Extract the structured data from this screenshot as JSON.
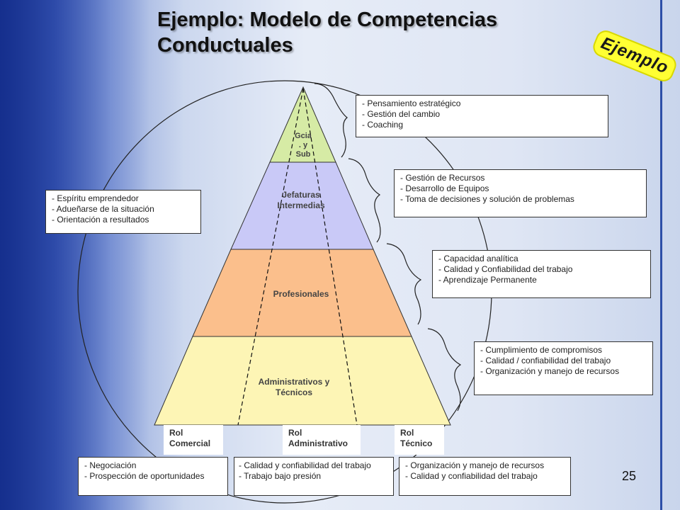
{
  "title_line1": "Ejemplo: Modelo de Competencias",
  "title_line2": "Conductuales",
  "stamp": "Ejemplo",
  "levels": [
    {
      "label_lines": [
        "Gcia",
        ". y",
        "Sub"
      ],
      "color": "#d6eba5"
    },
    {
      "label_lines": [
        "Jefaturas",
        "Intermedias"
      ],
      "color": "#c9c9f7"
    },
    {
      "label_lines": [
        "Profesionales"
      ],
      "color": "#fbbf8c"
    },
    {
      "label_lines": [
        "Administrativos  y",
        "Técnicos"
      ],
      "color": "#fdf5b5"
    }
  ],
  "right_boxes": [
    {
      "items": [
        "- Pensamiento estratégico",
        "- Gestión del cambio",
        "- Coaching"
      ]
    },
    {
      "items": [
        "- Gestión de Recursos",
        "- Desarrollo de Equipos",
        "- Toma  de decisiones y solución de problemas"
      ]
    },
    {
      "items": [
        "- Capacidad analítica",
        "- Calidad  y Confiabilidad del trabajo",
        "- Aprendizaje Permanente"
      ]
    },
    {
      "items": [
        "- Cumplimiento de compromisos",
        "- Calidad / confiabilidad del trabajo",
        "- Organización y manejo de recursos"
      ]
    }
  ],
  "left_box": {
    "items": [
      "- Espíritu emprendedor",
      "- Adueñarse de la situación",
      "- Orientación a resultados"
    ]
  },
  "roles": [
    {
      "lines": [
        "Rol",
        "Comercial"
      ]
    },
    {
      "lines": [
        "Rol",
        "Administrativo"
      ]
    },
    {
      "lines": [
        "Rol",
        "Técnico"
      ]
    }
  ],
  "bottom_boxes": [
    {
      "items": [
        "- Negociación",
        "- Prospección de oportunidades"
      ]
    },
    {
      "items": [
        "- Calidad y confiabilidad del trabajo",
        "- Trabajo bajo presión"
      ]
    },
    {
      "items": [
        "-  Organización y manejo  de recursos",
        "-  Calidad y confiabilidad del trabajo"
      ]
    }
  ],
  "page_number": "25",
  "colors": {
    "accent": "#2d4fa8",
    "stamp": "#ffff33"
  }
}
